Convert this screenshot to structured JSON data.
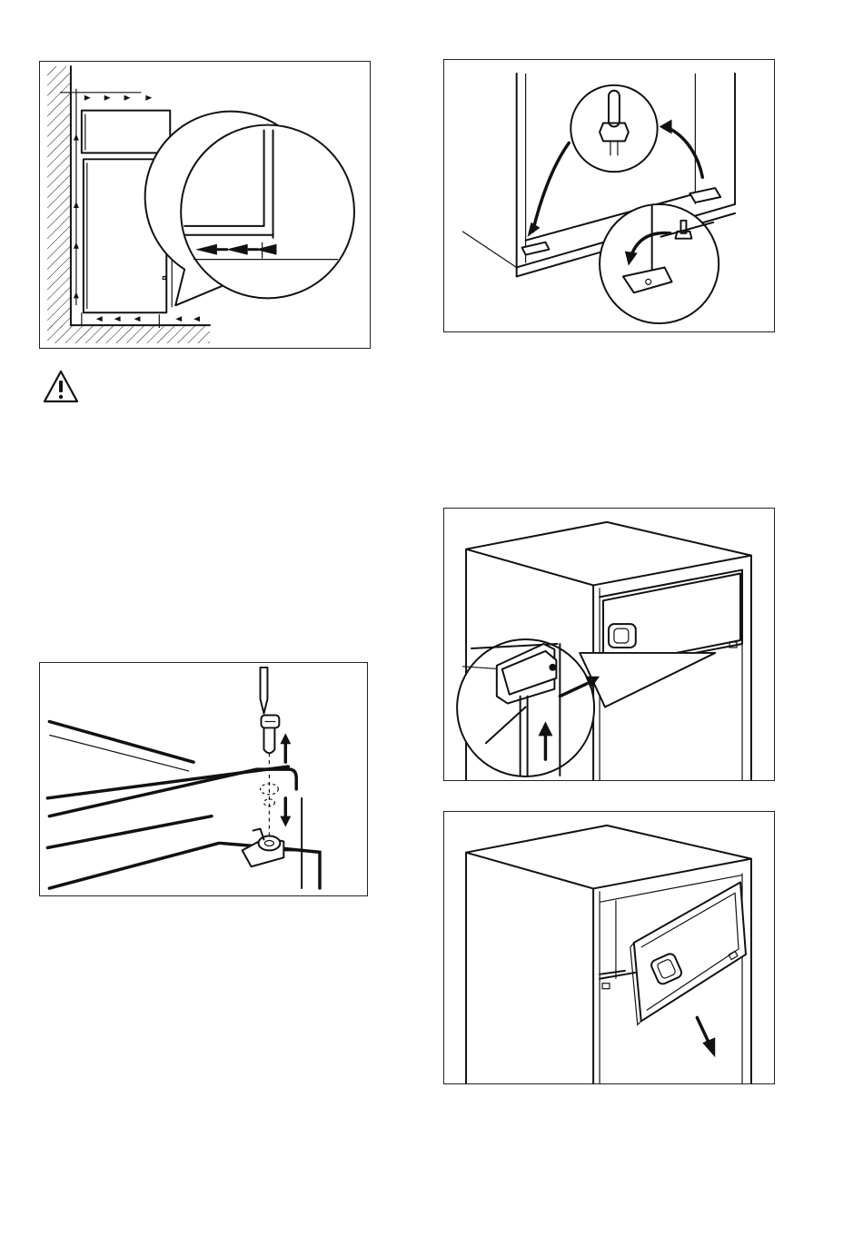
{
  "figures": [
    {
      "id": "ventilation-clearance",
      "caption": ""
    },
    {
      "id": "door-stop-transfer",
      "caption": ""
    },
    {
      "id": "hinge-pin-removal",
      "caption": ""
    },
    {
      "id": "freezer-door-catch",
      "caption": ""
    },
    {
      "id": "freezer-door-removal",
      "caption": ""
    }
  ],
  "icons": {
    "warning": "warning-triangle-icon"
  },
  "colors": {
    "line": "#111111",
    "background": "#ffffff"
  }
}
